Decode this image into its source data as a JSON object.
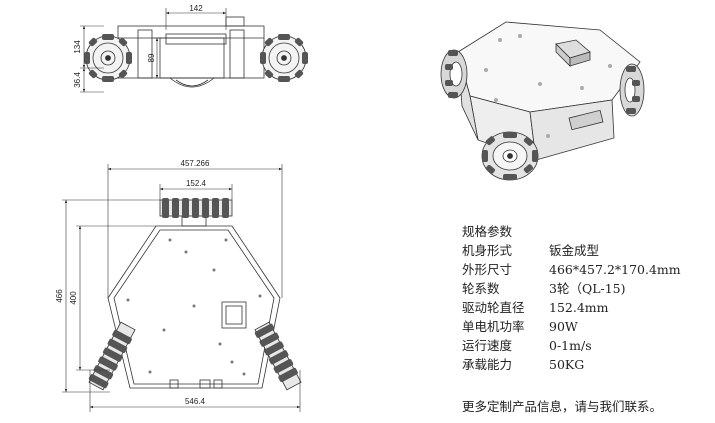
{
  "dimensions": {
    "side_width": "142",
    "side_total_height": "134",
    "side_inner_height": "89",
    "side_lower_height": "36.4",
    "top_width": "457.266",
    "top_wheel_width": "152.4",
    "top_total_height": "466",
    "top_inner_height": "400",
    "top_bottom_width": "546.4"
  },
  "specs": {
    "title": "规格参数",
    "rows": [
      {
        "label": "机身形式",
        "value": "钣金成型"
      },
      {
        "label": "外形尺寸",
        "value": "466*457.2*170.4mm"
      },
      {
        "label": "轮系数",
        "value": "3轮（QL-15)"
      },
      {
        "label": "驱动轮直径",
        "value": "152.4mm"
      },
      {
        "label": "单电机功率",
        "value": "90W"
      },
      {
        "label": "运行速度",
        "value": "0-1m/s"
      },
      {
        "label": "承载能力",
        "value": "50KG"
      }
    ]
  },
  "footer": {
    "text": "更多定制产品信息，请与我们联系。"
  }
}
